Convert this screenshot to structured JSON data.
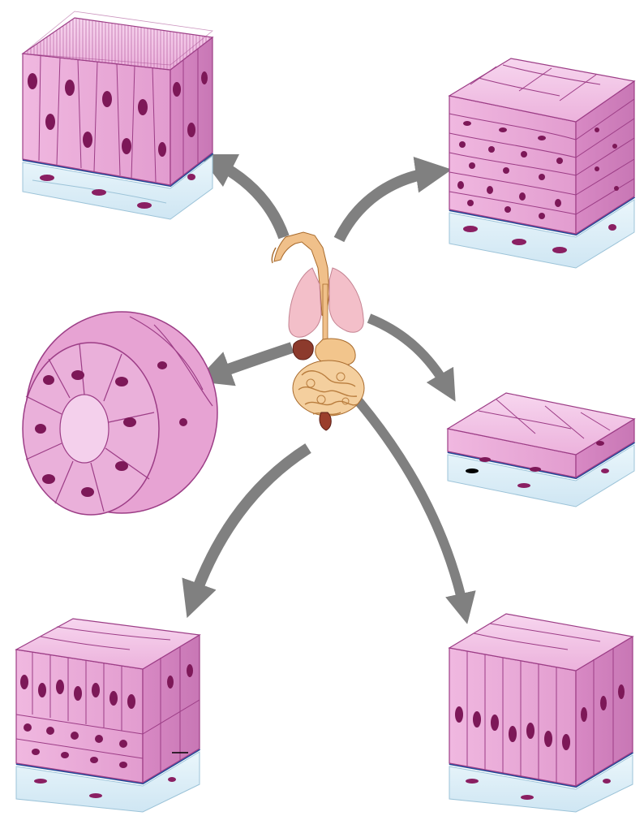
{
  "figure": {
    "tissues": [
      {
        "id": "pseudostratified-ciliated-columnar"
      },
      {
        "id": "stratified-squamous"
      },
      {
        "id": "simple-cuboidal-tubule"
      },
      {
        "id": "simple-squamous"
      },
      {
        "id": "stratified-columnar"
      },
      {
        "id": "simple-columnar"
      }
    ],
    "center": {
      "id": "human-organ-system-torso"
    },
    "colors": {
      "cell_fill": "#e8a6d6",
      "cell_light": "#f4c8e8",
      "cell_outline": "#9c3d86",
      "nucleus": "#7d1858",
      "basement_membrane": "#1f4f9c",
      "connective_tissue": "#d6ecf6",
      "arrow": "#808080",
      "organ_lung": "#f3bfc9",
      "organ_gut": "#f2c58c",
      "organ_trachea": "#f0c08a"
    }
  }
}
